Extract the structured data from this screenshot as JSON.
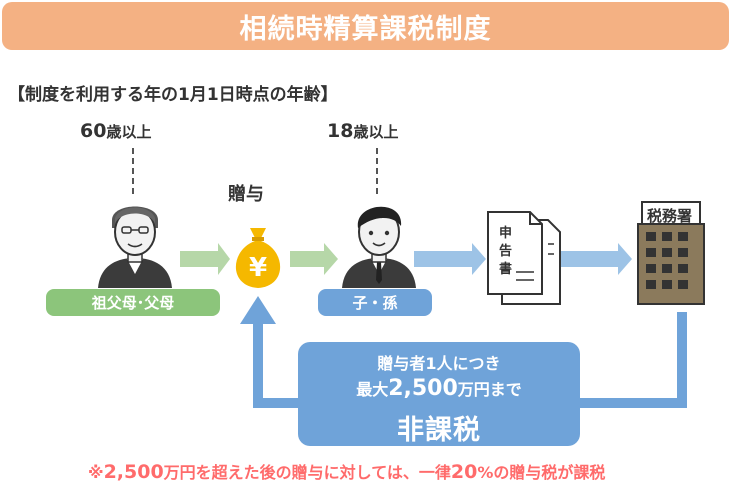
{
  "title": "相続時精算課税制度",
  "subtitle": "【制度を利用する年の1月1日時点の年齢】",
  "giver": {
    "age_num": "60",
    "age_unit": "歳以上",
    "label": "祖父母･父母"
  },
  "receiver": {
    "age_num": "18",
    "age_unit": "歳以上",
    "label": "子・孫"
  },
  "gift_label": "贈与",
  "money_bag_symbol": "¥",
  "document": {
    "c1": "申",
    "c2": "告",
    "c3": "書"
  },
  "tax_office_label": "税務署",
  "exemption": {
    "line1": "贈与者1人につき",
    "line2_prefix": "最大",
    "line2_amount": "2,500",
    "line2_suffix": "万円まで",
    "line3": "非課税"
  },
  "note": {
    "p1": "※",
    "p2": "2,500",
    "p3": "万円を超えた後の贈与に対しては、一律",
    "p4": "20",
    "p5": "%の贈与税が課税"
  },
  "colors": {
    "title_bg": "#f4b183",
    "green": "#8cc57b",
    "green_arrow": "#b6d7a8",
    "blue": "#6fa3d9",
    "light_blue_arrow": "#9dc3e6",
    "bag": "#f5b800",
    "note_red": "#ff6b6b",
    "building": "#8b7a5c"
  },
  "icons": [
    "elder-person-icon",
    "money-bag-icon",
    "young-person-icon",
    "document-icon",
    "tax-office-building-icon"
  ]
}
